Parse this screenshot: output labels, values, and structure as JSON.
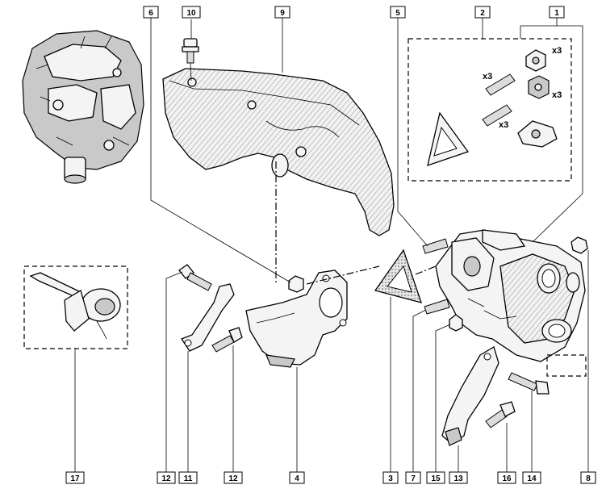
{
  "callouts": {
    "c1": "1",
    "c2": "2",
    "c3": "3",
    "c4": "4",
    "c5": "5",
    "c6": "6",
    "c7": "7",
    "c8": "8",
    "c9": "9",
    "c10": "10",
    "c11": "11",
    "c12_left": "12",
    "c12_right": "12",
    "c13": "13",
    "c14": "14",
    "c15": "15",
    "c16": "16",
    "c17": "17"
  },
  "quantities": {
    "nut_upper": "x3",
    "nut_lower": "x3",
    "stud_upper": "x3",
    "stud_lower": "x3"
  }
}
